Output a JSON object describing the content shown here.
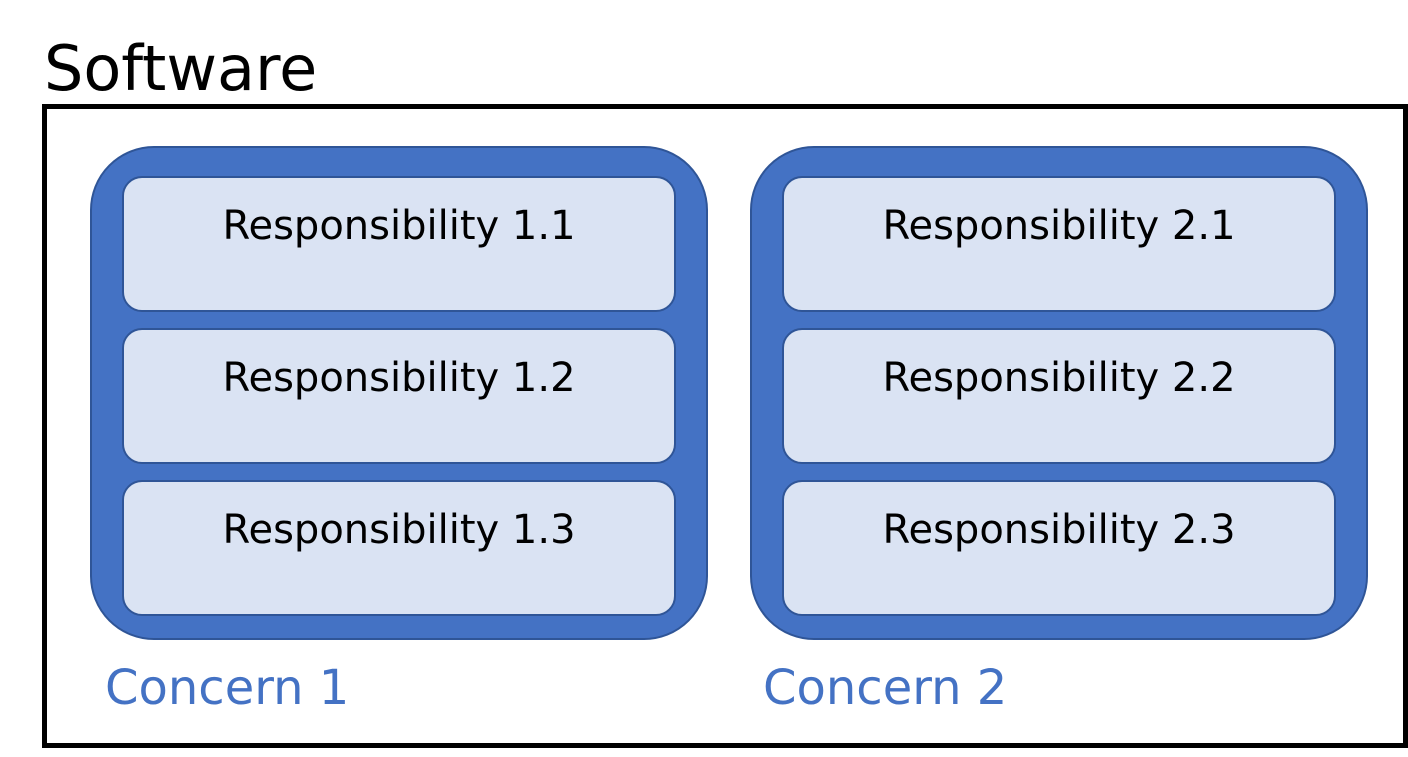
{
  "title": "Software",
  "concerns": [
    {
      "label": "Concern 1",
      "responsibilities": [
        "Responsibility 1.1",
        "Responsibility 1.2",
        "Responsibility 1.3"
      ]
    },
    {
      "label": "Concern 2",
      "responsibilities": [
        "Responsibility 2.1",
        "Responsibility 2.2",
        "Responsibility 2.3"
      ]
    }
  ],
  "colors": {
    "concern_fill": "#4472c4",
    "concern_border": "#2f5597",
    "responsibility_fill": "#dae3f3",
    "label_text": "#4472c4",
    "frame_border": "#000000"
  }
}
